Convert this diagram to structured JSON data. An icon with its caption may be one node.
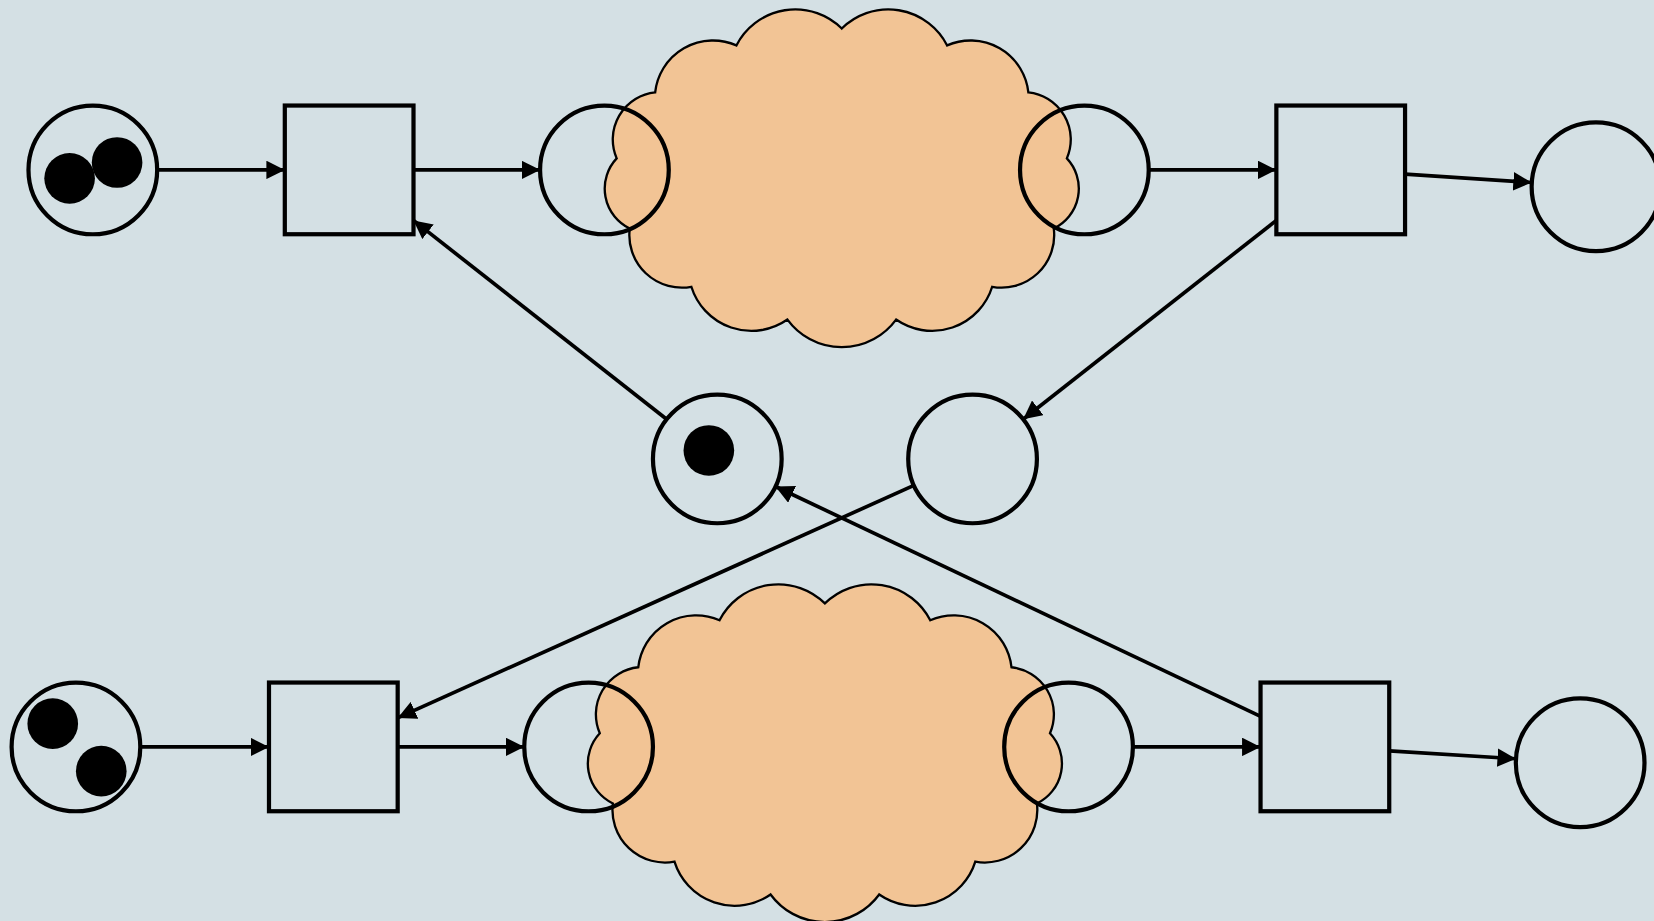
{
  "diagram": {
    "nodes": [
      {
        "text": [],
        "shape": "circle"
      },
      {
        "text": [],
        "shape": "dot",
        "in": 0
      },
      {
        "text": [],
        "shape": "dot",
        "in": 0
      },
      {
        "text": [],
        "shape": "box"
      },
      {
        "text": [],
        "shape": "circle"
      },
      {
        "text": [],
        "shape": "cloud"
      },
      {
        "text": [],
        "shape": "circle"
      },
      {
        "text": [],
        "shape": "box"
      },
      {
        "text": [],
        "shape": "circle"
      },
      {
        "text": [],
        "shape": "circle"
      },
      {
        "text": [],
        "shape": "dot",
        "in": 9
      },
      {
        "text": [],
        "shape": "circle"
      },
      {
        "text": [],
        "shape": "circle"
      },
      {
        "text": [],
        "shape": "dot",
        "in": 12
      },
      {
        "text": [],
        "shape": "dot",
        "in": 12
      },
      {
        "text": [],
        "shape": "box"
      },
      {
        "text": [],
        "shape": "circle"
      },
      {
        "text": [],
        "shape": "cloud"
      },
      {
        "text": [],
        "shape": "circle"
      },
      {
        "text": [],
        "shape": "box"
      },
      {
        "text": [],
        "shape": "circle"
      }
    ],
    "edges": [
      {
        "from": 0,
        "to": 3,
        "arrow": "to"
      },
      {
        "from": 3,
        "to": 4,
        "arrow": "to"
      },
      {
        "from": 6,
        "to": 7,
        "arrow": "to"
      },
      {
        "from": 7,
        "to": 8,
        "arrow": "to"
      },
      {
        "from": 9,
        "to": 3,
        "arrow": "to"
      },
      {
        "from": 7,
        "to": 11,
        "arrow": "to"
      },
      {
        "from": 11,
        "to": 15,
        "arrow": "to"
      },
      {
        "from": 19,
        "to": 9,
        "arrow": "to"
      },
      {
        "from": 12,
        "to": 15,
        "arrow": "to"
      },
      {
        "from": 15,
        "to": 16,
        "arrow": "to"
      },
      {
        "from": 18,
        "to": 19,
        "arrow": "to"
      },
      {
        "from": 19,
        "to": 20,
        "arrow": "to"
      }
    ]
  }
}
